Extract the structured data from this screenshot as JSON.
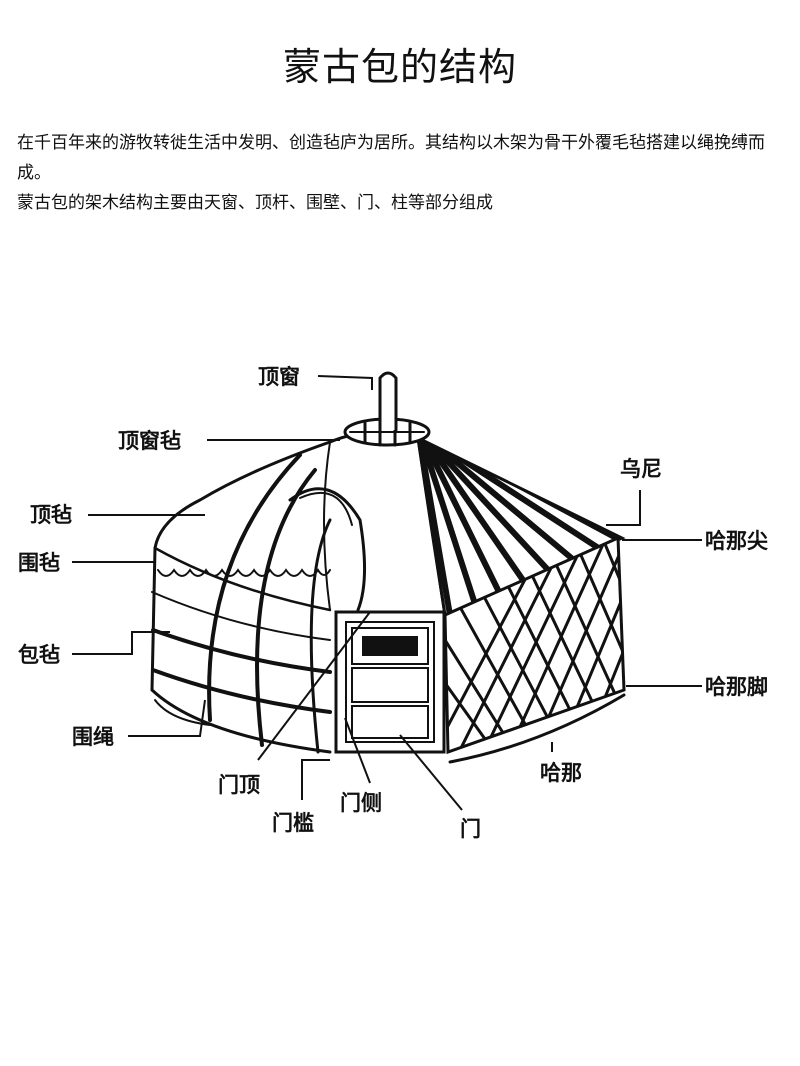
{
  "title": "蒙古包的结构",
  "intro": [
    "在千百年来的游牧转徙生活中发明、创造毡庐为居所。其结构以木架为骨干外覆毛毡搭建以绳挽缚而成。",
    "蒙古包的架木结构主要由天窗、顶杆、围壁、门、柱等部分组成"
  ],
  "diagram": {
    "labels": {
      "dingchuang": "顶窗",
      "dingchuangzhan": "顶窗毡",
      "wuni": "乌尼",
      "dingzhan": "顶毡",
      "hanajian": "哈那尖",
      "weizhan": "围毡",
      "baozhan": "包毡",
      "hanajiao": "哈那脚",
      "weisheng": "围绳",
      "hana": "哈那",
      "mending": "门顶",
      "menkan": "门槛",
      "mence": "门侧",
      "men": "门"
    }
  }
}
